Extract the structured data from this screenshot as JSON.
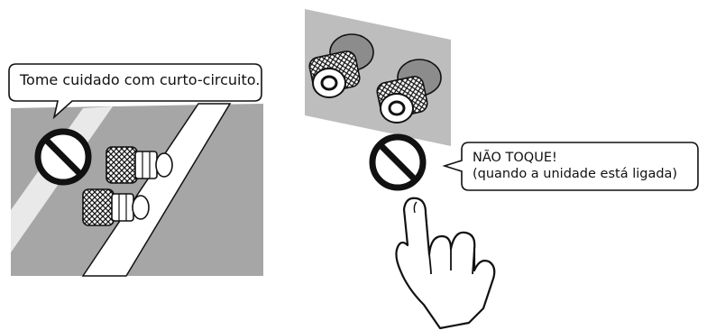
{
  "callouts": {
    "short_circuit": "Tome cuidado com curto-circuito.",
    "do_not_touch_line1": "NÃO TOQUE!",
    "do_not_touch_line2": "(quando a unidade está ligada)"
  },
  "icons": {
    "left_warning": "prohibition-icon",
    "right_warning": "prohibition-icon",
    "hand": "pointing-hand-icon"
  },
  "colors": {
    "panel_gray": "#a6a6a6",
    "panel_light": "#bdbdbd",
    "stroke": "#111111",
    "background": "#ffffff"
  }
}
